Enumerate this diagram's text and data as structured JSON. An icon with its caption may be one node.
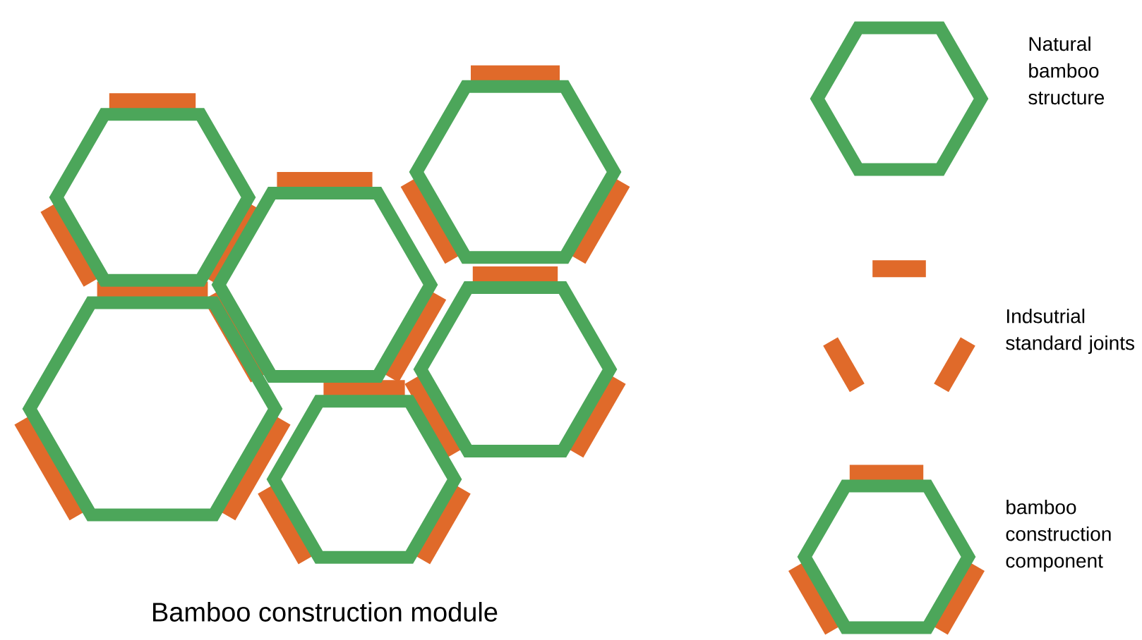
{
  "diagram": {
    "caption": "Bamboo construction module",
    "legend": [
      {
        "text": "Natural bamboo structure"
      },
      {
        "text": "Indsutrial standard joints"
      },
      {
        "text": "bamboo construction component"
      }
    ]
  }
}
